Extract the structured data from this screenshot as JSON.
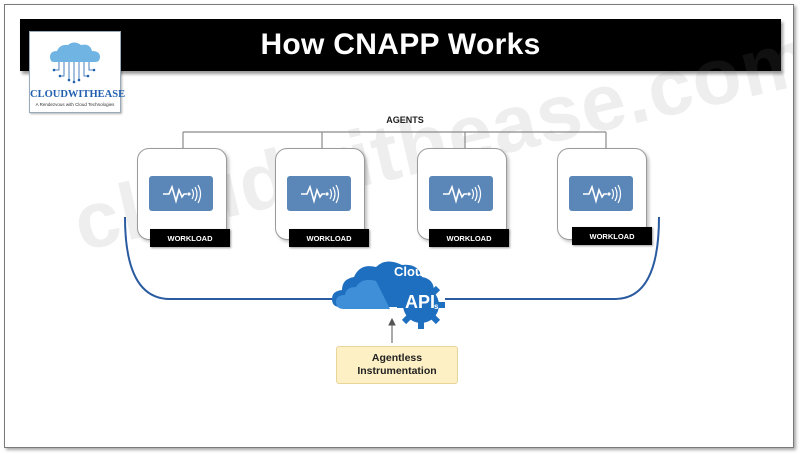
{
  "title": "How CNAPP Works",
  "logo": {
    "name": "CLOUDWITHEASE",
    "tagline": "A Rendezvous with Cloud Technologies"
  },
  "watermark": "cloudwithease.com",
  "diagram": {
    "agents_label": "AGENTS",
    "workloads": [
      {
        "label": "WORKLOAD"
      },
      {
        "label": "WORKLOAD"
      },
      {
        "label": "WORKLOAD"
      },
      {
        "label": "WORKLOAD"
      }
    ],
    "cloud_label": "Cloud",
    "api_label": "API",
    "api_suffix": "s",
    "agentless": {
      "line1": "Agentless",
      "line2": "Instrumentation"
    }
  },
  "colors": {
    "title_bg": "#000000",
    "agent_box": "#5a86b8",
    "cloud_blue": "#1f6fc0",
    "connector": "#2a5aa0",
    "agentless_bg": "#fdf0c4"
  },
  "icons": {
    "agent": "pulse-wave-icon",
    "cloud": "cloud-icon",
    "api": "gear-icon"
  }
}
